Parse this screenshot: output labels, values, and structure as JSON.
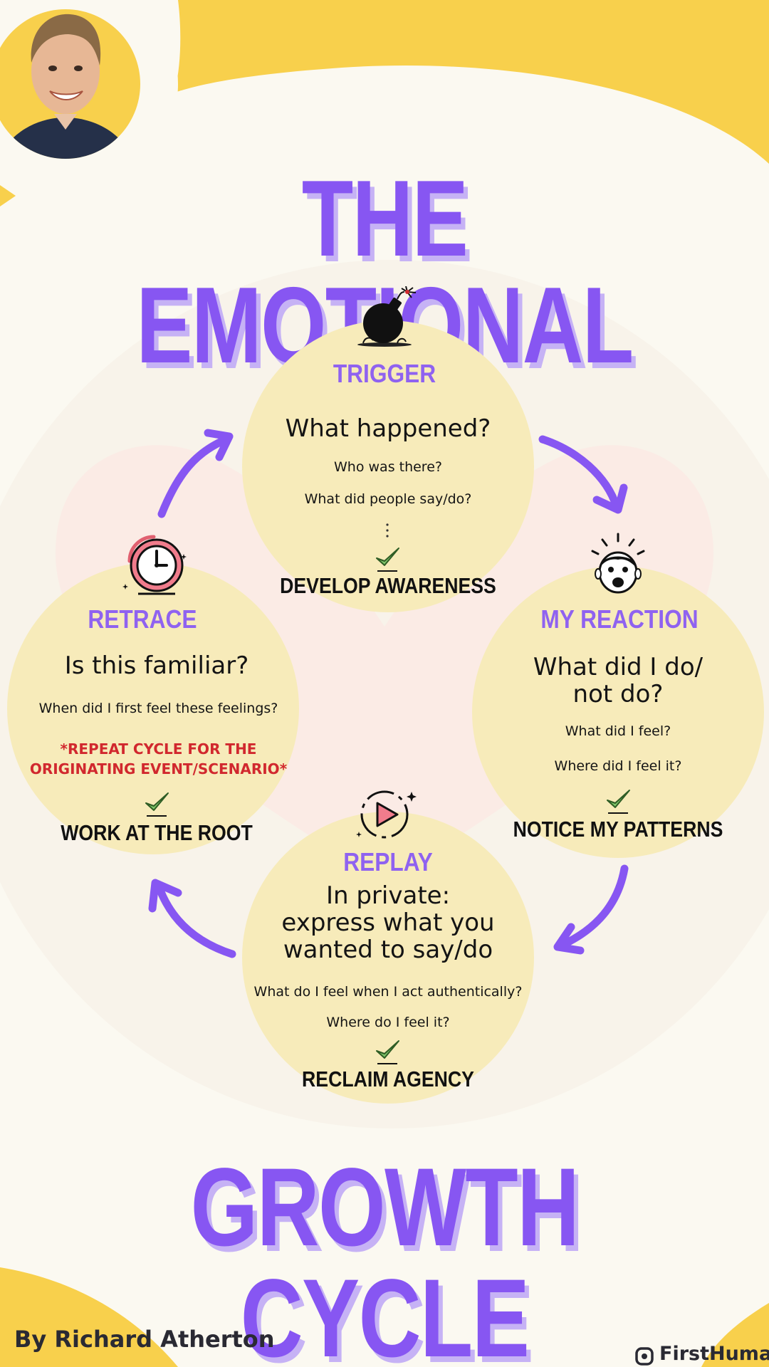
{
  "colors": {
    "accent_purple": "#8756f2",
    "circle_fill": "#f7ebba",
    "yellow": "#f8d04c",
    "warning_red": "#d1282e",
    "check_green": "#7ec46a",
    "background": "#fbf9f1"
  },
  "title": {
    "top": "THE EMOTIONAL",
    "bottom": "GROWTH CYCLE"
  },
  "stages": {
    "trigger": {
      "icon": "bomb-icon",
      "title": "TRIGGER",
      "question": "What happened?",
      "details": [
        "Who was there?",
        "What did people say/do?"
      ],
      "outcome": "DEVELOP AWARENESS"
    },
    "reaction": {
      "icon": "shocked-face-icon",
      "title": "MY REACTION",
      "question": [
        "What did I do/",
        "not do?"
      ],
      "details": [
        "What did I feel?",
        "Where did I feel it?"
      ],
      "outcome": "NOTICE MY PATTERNS"
    },
    "replay": {
      "icon": "play-icon",
      "title": "REPLAY",
      "question": [
        "In private:",
        "express what you",
        "wanted to say/do"
      ],
      "details": [
        "What do I feel when I act authentically?",
        "Where do I feel it?"
      ],
      "outcome": "RECLAIM AGENCY"
    },
    "retrace": {
      "icon": "clock-icon",
      "title": "RETRACE",
      "question": "Is this familiar?",
      "details": [
        "When did I first feel these feelings?"
      ],
      "note": [
        "*REPEAT CYCLE FOR THE",
        "ORIGINATING EVENT/SCENARIO*"
      ],
      "outcome": "WORK AT THE ROOT"
    }
  },
  "footer": {
    "author": "By Richard Atherton",
    "brand": "FirstHuman"
  }
}
